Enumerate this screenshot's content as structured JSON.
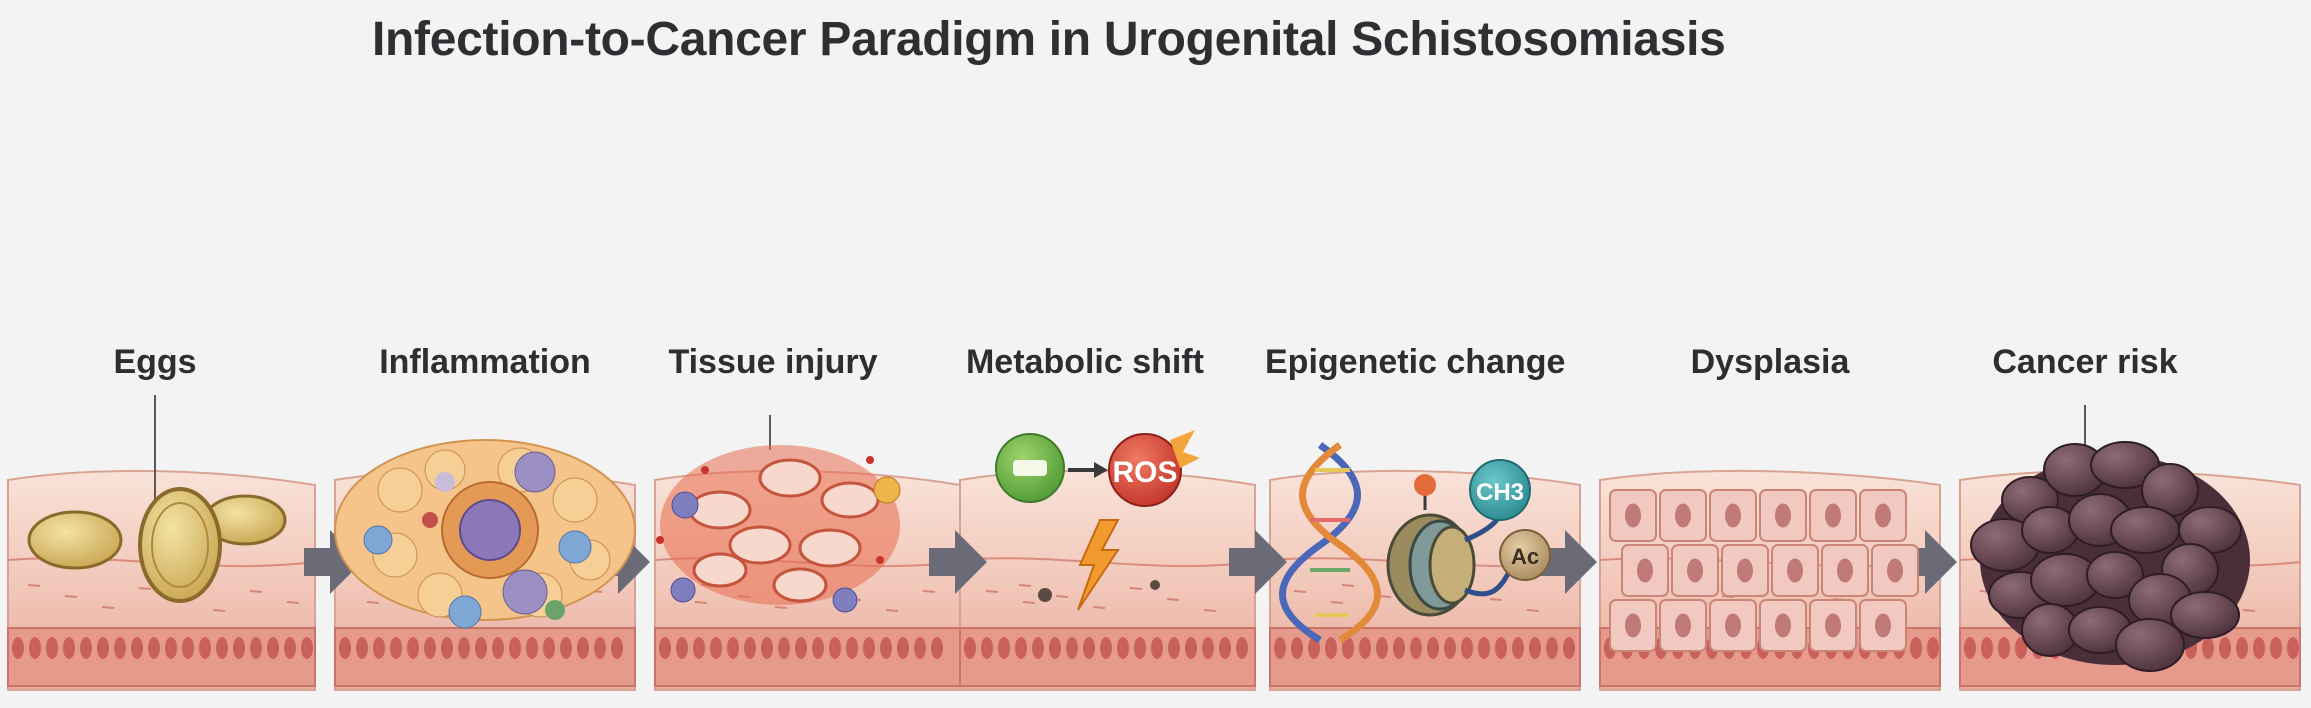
{
  "title": "Infection-to-Cancer Paradigm in Urogenital Schistosomiasis",
  "stages": [
    {
      "label": "Eggs"
    },
    {
      "label": "Inflammation"
    },
    {
      "label": "Tissue injury"
    },
    {
      "label": "Metabolic shift"
    },
    {
      "label": "Epigenetic change"
    },
    {
      "label": "Dysplasia"
    },
    {
      "label": "Cancer risk"
    }
  ],
  "metabolic": {
    "ros_label": "ROS"
  },
  "epigenetic": {
    "methyl_label": "CH3",
    "acetyl_label": "Ac"
  },
  "colors": {
    "tissue": "#f3cfc3",
    "tissue_dark": "#d77f74",
    "arrow": "#6b6b78",
    "tumor": "#5a3c47"
  }
}
